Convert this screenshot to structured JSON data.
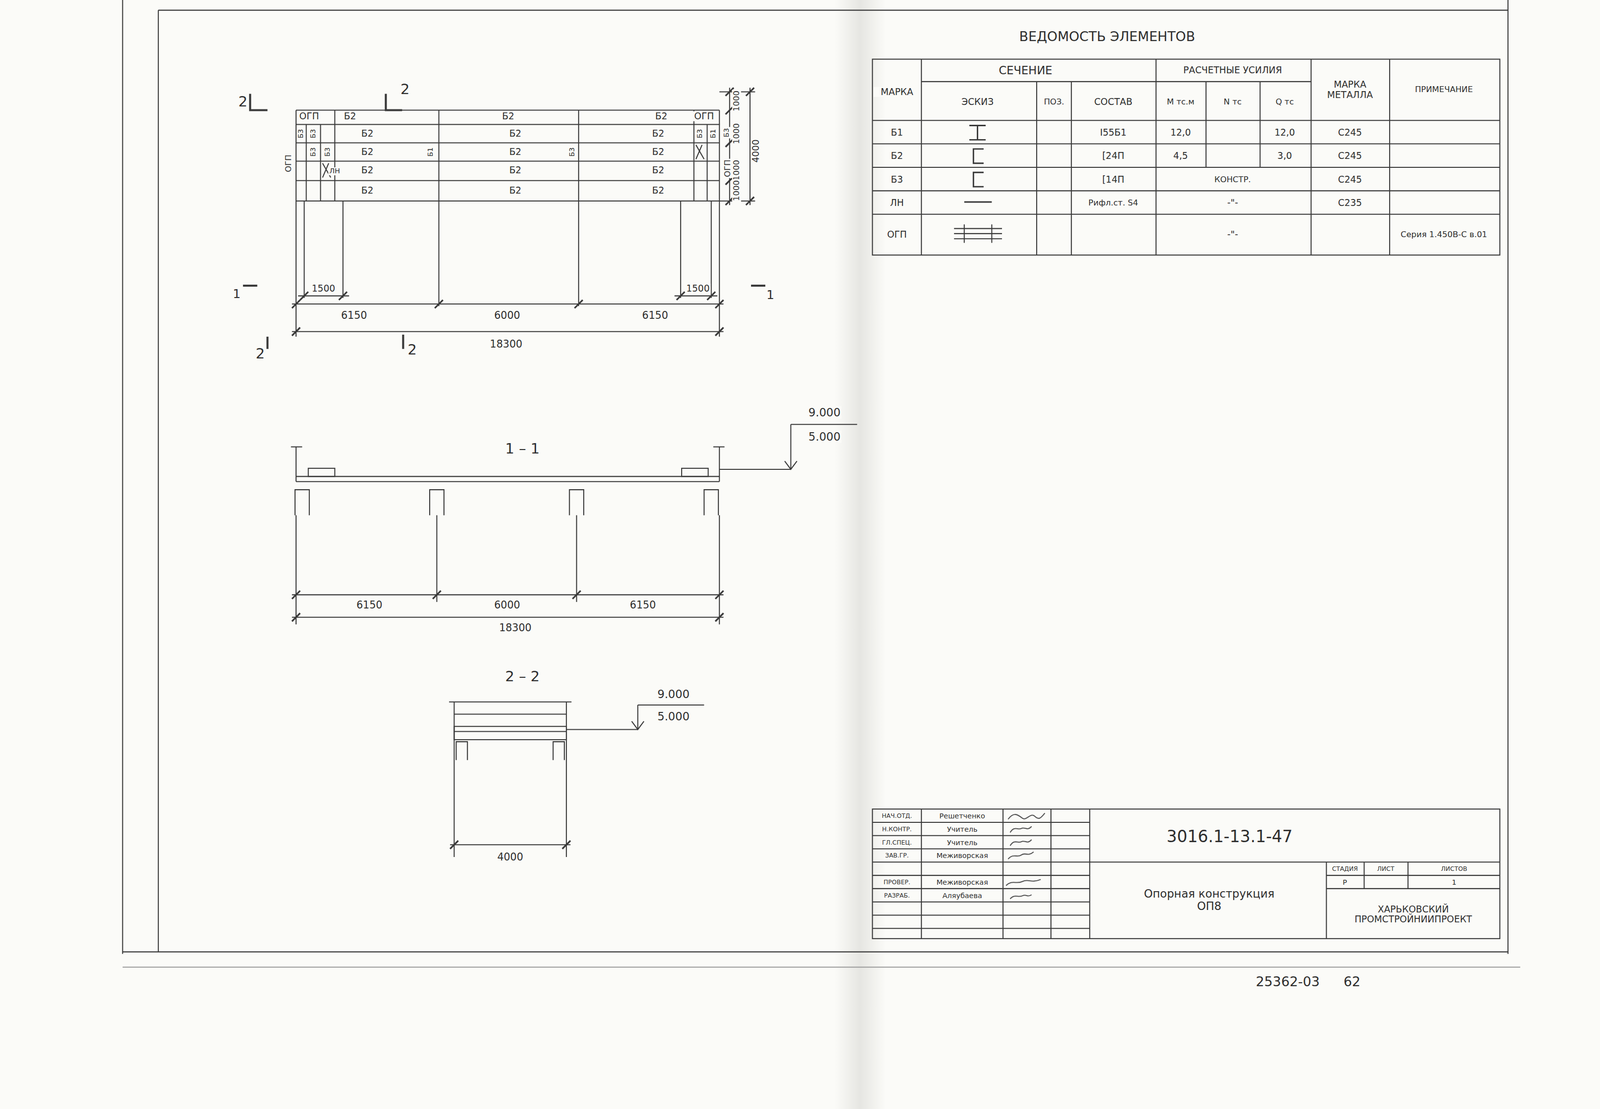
{
  "diagram": {
    "labels": [
      "2",
      "2",
      "2",
      "2",
      "1",
      "1",
      "ОГП",
      "Б2",
      "Б2",
      "Б2",
      "ОГП",
      "Б2",
      "Б2",
      "Б2",
      "Б2",
      "Б2",
      "Б2",
      "Б2",
      "Б2",
      "Б2",
      "Б2",
      "Б2",
      "Б2",
      "Б3",
      "Б3",
      "Б3",
      "Б3",
      "Б1",
      "Б3",
      "ЛН",
      "Б3",
      "Б1",
      "Б3",
      "ОГП",
      "ОГП",
      "1000",
      "1000",
      "1000",
      "1000",
      "4000",
      "1500",
      "1500",
      "6150",
      "6000",
      "6150",
      "18300",
      "1 – 1",
      "9.000",
      "5.000",
      "6150",
      "6000",
      "6150",
      "18300",
      "2 – 2",
      "9.000",
      "5.000",
      "4000",
      "ВЕДОМОСТЬ ЭЛЕМЕНТОВ",
      "МАРКА",
      "СЕЧЕНИЕ",
      "РАСЧЕТНЫЕ УСИЛИЯ",
      "МАРКА МЕТАЛЛА",
      "ПРИМЕЧАНИЕ",
      "ЭСКИЗ",
      "ПОЗ.",
      "СОСТАВ",
      "M тс.м",
      "N тс",
      "Q тс",
      "Б1",
      "I55Б1",
      "12,0",
      "12,0",
      "С245",
      "Б2",
      "[24П",
      "4,5",
      "3,0",
      "С245",
      "Б3",
      "[14П",
      "КОНСТР.",
      "С245",
      "ЛН",
      "Рифл.ст. S4",
      "-\"-",
      "С235",
      "ОГП",
      "-\"-",
      "Серия 1.450В-С в.01",
      "НАЧ.ОТД.",
      "Решетченко",
      "Н.КОНТР.",
      "Учитель",
      "ГЛ.СПЕЦ.",
      "Учитель",
      "ЗАВ.ГР.",
      "Меживорская",
      "ПРОВЕР.",
      "Меживорская",
      "РАЗРАБ.",
      "Аляубаева",
      "3016.1-13.1-47",
      "Опорная конструкция ОП8",
      "СТАДИЯ",
      "ЛИСТ",
      "ЛИСТОВ",
      "Р",
      "1",
      "ХАРЬКОВСКИЙ ПРОМСТРОЙНИИПРОЕКТ",
      "25362-03",
      "62"
    ]
  }
}
